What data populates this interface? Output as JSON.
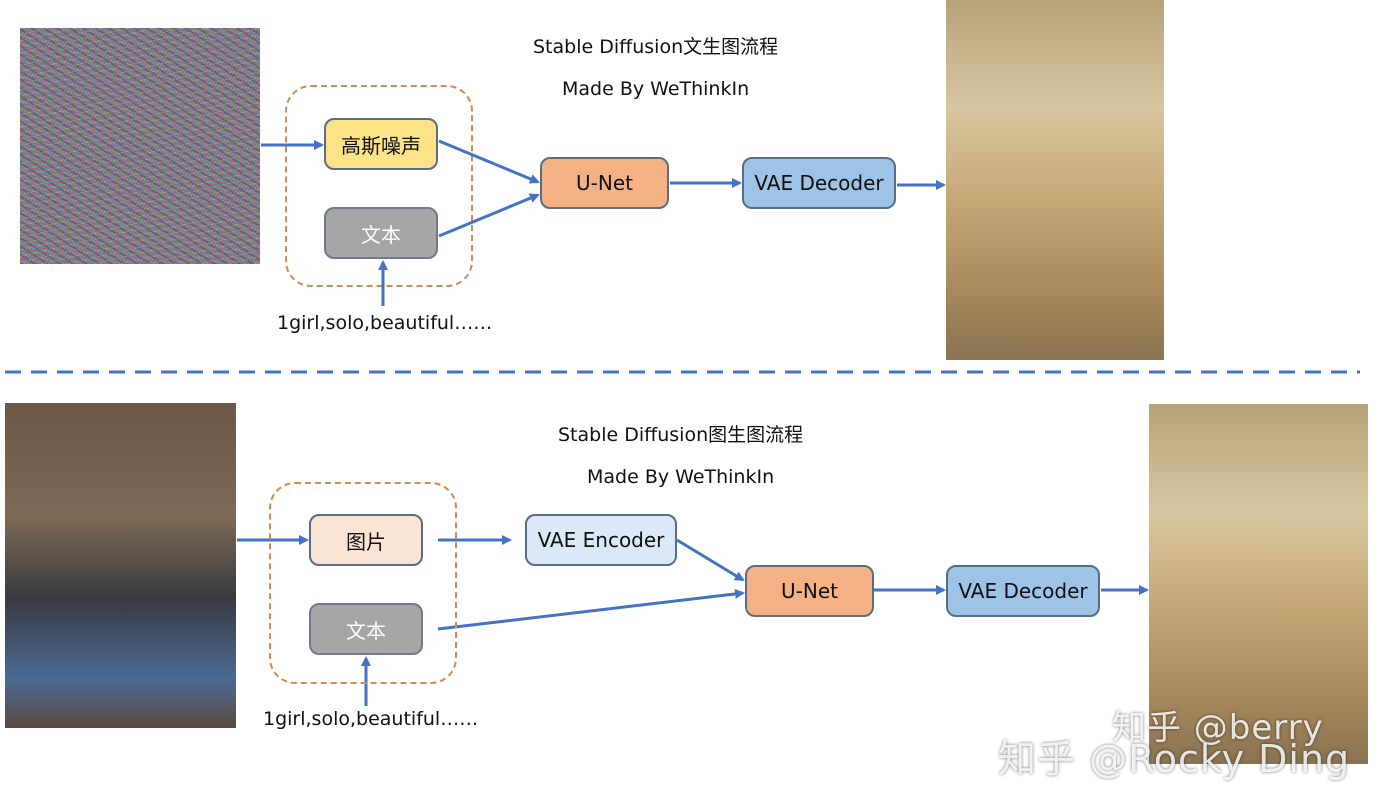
{
  "top": {
    "title": "Stable Diffusion文生图流程",
    "subtitle": "Made By WeThinkIn",
    "noise_box": "高斯噪声",
    "text_box": "文本",
    "unet_box": "U-Net",
    "decoder_box": "VAE Decoder",
    "prompt": "1girl,solo,beautiful……"
  },
  "bottom": {
    "title": "Stable Diffusion图生图流程",
    "subtitle": "Made By WeThinkIn",
    "image_box": "图片",
    "text_box": "文本",
    "encoder_box": "VAE Encoder",
    "unet_box": "U-Net",
    "decoder_box": "VAE Decoder",
    "prompt": "1girl,solo,beautiful……"
  },
  "watermark": {
    "line1": "知乎 @berry",
    "line2": "知乎 @Rocky Ding"
  },
  "colors": {
    "arrow": "#4472c4",
    "divider": "#4472c4",
    "group_border": "#d08a52",
    "noise_fill": "#fde388",
    "text_fill": "#a6a6a6",
    "unet_fill": "#f4b183",
    "decoder_fill": "#9dc3e6",
    "encoder_fill": "#dbe8f6",
    "image_fill": "#fbe3d5"
  }
}
